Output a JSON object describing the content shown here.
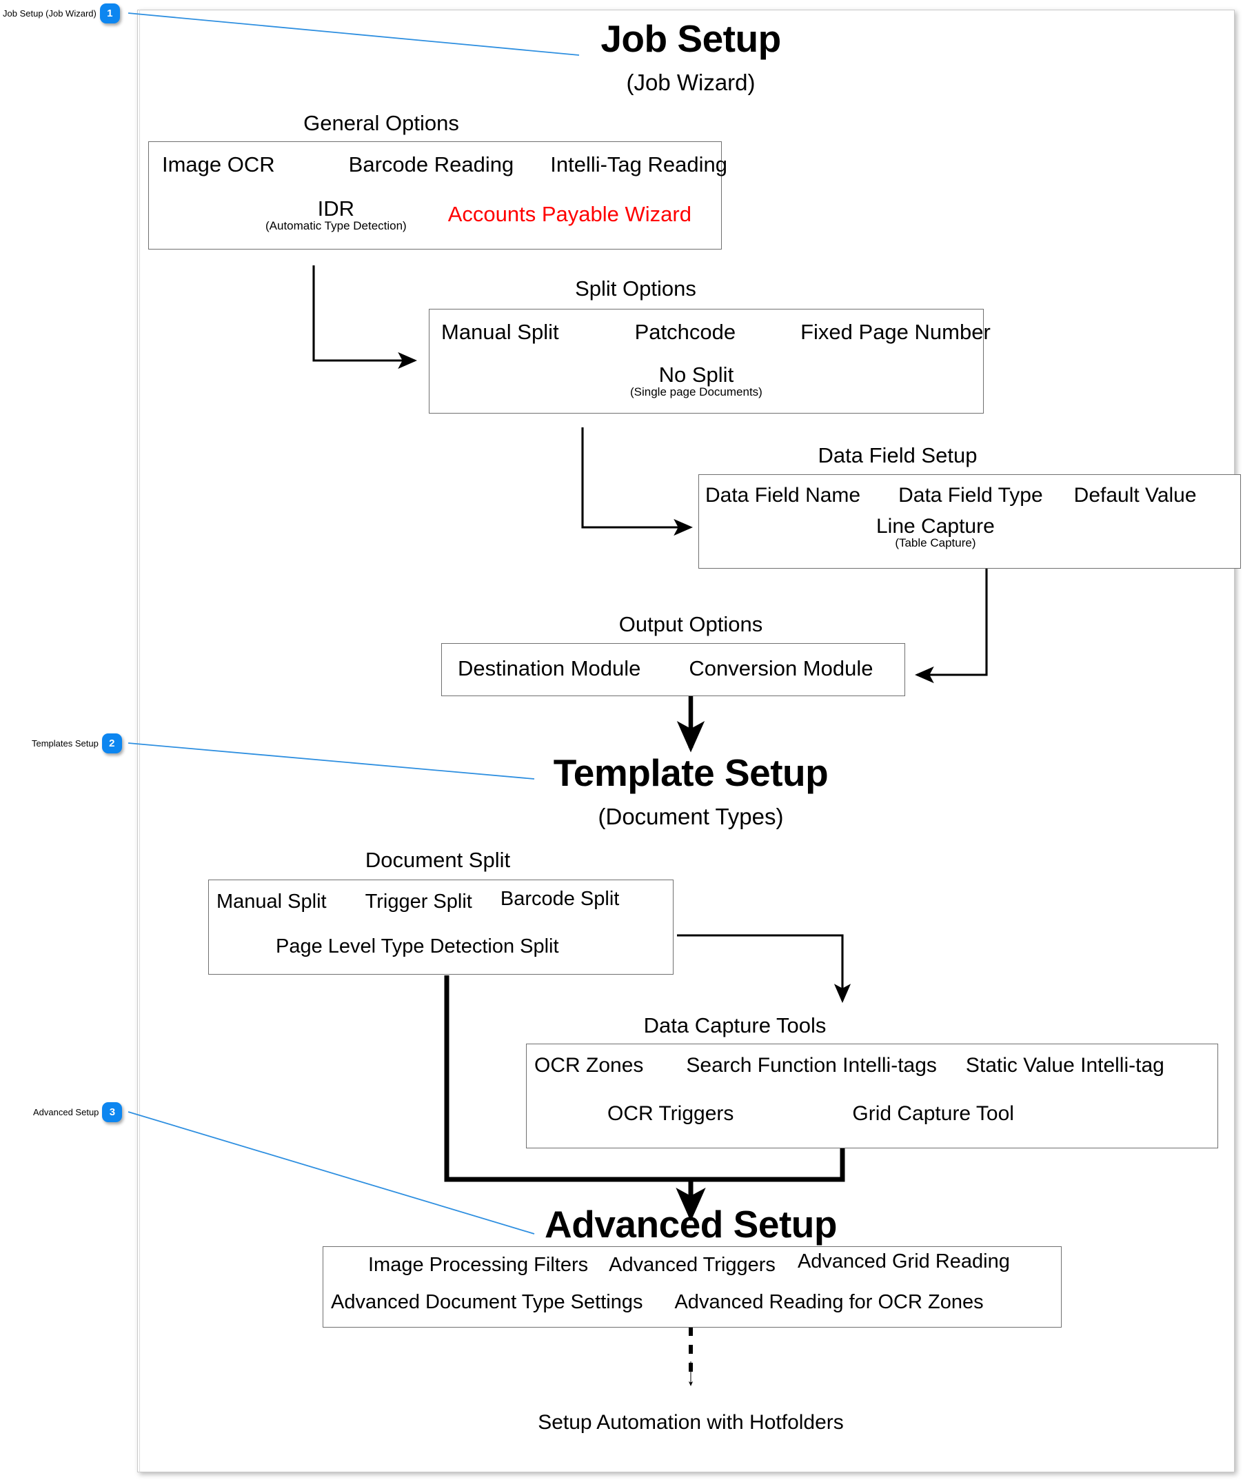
{
  "callouts": [
    {
      "label": "Job Setup (Job Wizard)",
      "number": "1"
    },
    {
      "label": "Templates Setup",
      "number": "2"
    },
    {
      "label": "Advanced Setup",
      "number": "3"
    }
  ],
  "accent_color": "#0d86f0",
  "highlight_color": "#FF0000",
  "sections": {
    "job_setup": {
      "title": "Job Setup",
      "subtitle": "(Job Wizard)",
      "general_options": {
        "title": "General Options",
        "row1": [
          "Image OCR",
          "Barcode Reading",
          "Intelli-Tag Reading"
        ],
        "row2": [
          {
            "label": "IDR",
            "sub": "(Automatic Type Detection)",
            "color": "#000000"
          },
          {
            "label": "Accounts Payable Wizard",
            "sub": "",
            "color": "#FF0000"
          }
        ]
      },
      "split_options": {
        "title": "Split Options",
        "row1": [
          "Manual Split",
          "Patchcode",
          "Fixed Page Number"
        ],
        "row2": [
          {
            "label": "No Split",
            "sub": "(Single page Documents)"
          }
        ]
      },
      "data_field_setup": {
        "title": "Data Field Setup",
        "row1": [
          "Data Field Name",
          "Data Field Type",
          "Default Value"
        ],
        "row2": [
          {
            "label": "Line Capture",
            "sub": "(Table Capture)"
          }
        ]
      },
      "output_options": {
        "title": "Output Options",
        "row1": [
          "Destination Module",
          "Conversion Module"
        ]
      }
    },
    "template_setup": {
      "title": "Template Setup",
      "subtitle": "(Document Types)",
      "document_split": {
        "title": "Document Split",
        "row1": [
          "Manual Split",
          "Trigger Split",
          "Barcode Split"
        ],
        "row2": [
          "Page Level Type Detection Split"
        ]
      },
      "data_capture_tools": {
        "title": "Data Capture Tools",
        "row1": [
          "OCR Zones",
          "Search Function Intelli-tags",
          "Static Value Intelli-tag"
        ],
        "row2": [
          "OCR Triggers",
          "Grid Capture Tool"
        ]
      }
    },
    "advanced_setup": {
      "title": "Advanced Setup",
      "options": {
        "row1": [
          "Image Processing Filters",
          "Advanced Triggers",
          "Advanced Grid Reading"
        ],
        "row2": [
          "Advanced Document Type Settings",
          "Advanced Reading for OCR Zones"
        ]
      },
      "footer": "Setup Automation with Hotfolders"
    }
  }
}
